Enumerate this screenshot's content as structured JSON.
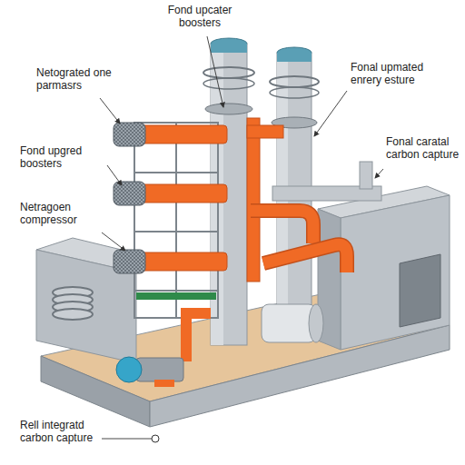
{
  "diagram": {
    "labels": [
      "Fond upcater boosters",
      "Netograted one parmasrs",
      "Fonal upmated enrery esture",
      "Fond upgred boosters",
      "Netragoen compressor",
      "Fonal caratal carbon capture",
      "Rell integratd carbon capture"
    ]
  }
}
